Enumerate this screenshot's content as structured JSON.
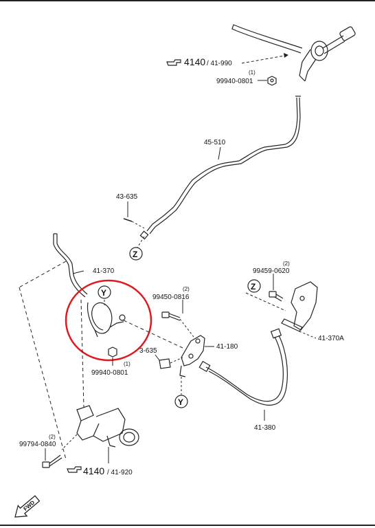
{
  "labels": {
    "ref_top_main": "4140",
    "ref_top_sub": "/ 41-990",
    "part_99940_0801_top": "99940-0801",
    "qty_top": "(1)",
    "part_45_510": "45-510",
    "part_43_635_top": "43-635",
    "callout_z_left": "Z",
    "part_41_370": "41-370",
    "callout_y_top": "Y",
    "part_99450_0816": "99450-0816",
    "qty_99450": "(2)",
    "part_99459_0620": "99459-0620",
    "qty_99459": "(2)",
    "callout_z_right": "Z",
    "part_41_180": "41-180",
    "part_41_370A": "41-370A",
    "part_43_635_mid": "3-635",
    "part_99940_0801_bottom": "99940-0801",
    "qty_bottom": "(1)",
    "callout_y_bottom": "Y",
    "part_41_380": "41-380",
    "part_99794_0840": "99794-0840",
    "qty_99794": "(2)",
    "ref_bottom_main": "4140",
    "ref_bottom_sub": "/ 41-920",
    "fwd": "FWD"
  },
  "colors": {
    "line": "#222222",
    "highlight": "#e0191f"
  },
  "icons": {
    "reference_hand": "pointing-hand-icon",
    "forward_arrow": "fwd-arrow-icon"
  }
}
